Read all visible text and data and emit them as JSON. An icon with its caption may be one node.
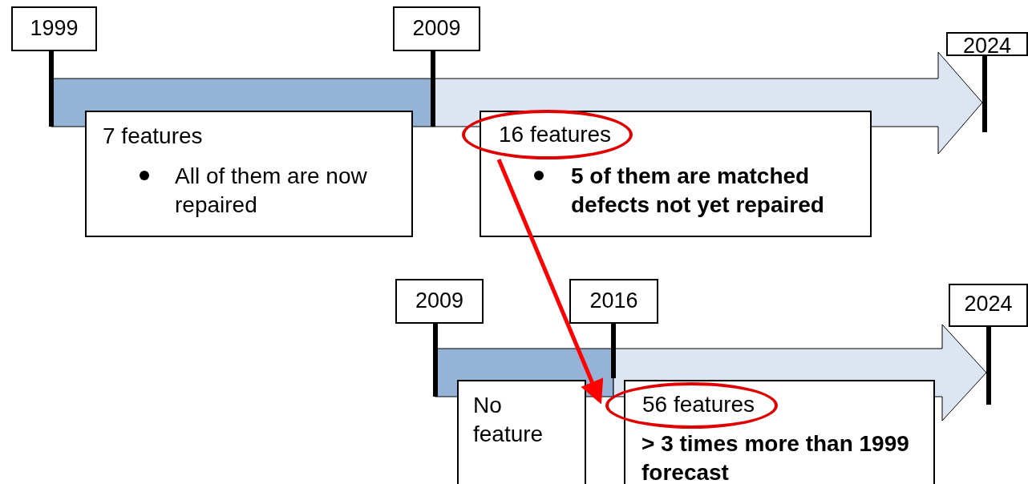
{
  "diagram": {
    "nodes": [
      {
        "text": [
          "1999"
        ]
      },
      {
        "text": [
          "2009"
        ]
      },
      {
        "text": [
          "2024"
        ]
      },
      {
        "text": [
          "7 features",
          "All of them are now repaired"
        ]
      },
      {
        "text": [
          "5 of them are matched defects not yet repaired"
        ]
      },
      {
        "text": [
          "16 features"
        ],
        "in": 4
      },
      {
        "text": [
          "2009"
        ]
      },
      {
        "text": [
          "2016"
        ]
      },
      {
        "text": [
          "2024"
        ]
      },
      {
        "text": [
          "No feature"
        ]
      },
      {
        "text": [
          "> 3 times more than 1999 forecast"
        ]
      },
      {
        "text": [
          "56 features"
        ],
        "in": 10
      }
    ],
    "edges": [
      {
        "from": 5,
        "to": 11,
        "arrow": "to",
        "color": "#ff0000"
      }
    ]
  }
}
